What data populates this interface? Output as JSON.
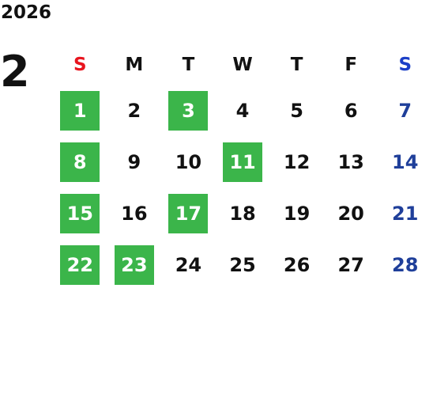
{
  "calendar": {
    "year": "2026",
    "month": "2",
    "weekdays": [
      {
        "label": "S",
        "color": "#e8141e"
      },
      {
        "label": "M",
        "color": "#111111"
      },
      {
        "label": "T",
        "color": "#111111"
      },
      {
        "label": "W",
        "color": "#111111"
      },
      {
        "label": "T",
        "color": "#111111"
      },
      {
        "label": "F",
        "color": "#111111"
      },
      {
        "label": "S",
        "color": "#1b3fc7"
      }
    ],
    "weeks": [
      [
        {
          "day": "1",
          "highlight": true
        },
        {
          "day": "2",
          "highlight": false
        },
        {
          "day": "3",
          "highlight": true
        },
        {
          "day": "4",
          "highlight": false
        },
        {
          "day": "5",
          "highlight": false
        },
        {
          "day": "6",
          "highlight": false
        },
        {
          "day": "7",
          "highlight": false,
          "saturday": true
        }
      ],
      [
        {
          "day": "8",
          "highlight": true
        },
        {
          "day": "9",
          "highlight": false
        },
        {
          "day": "10",
          "highlight": false
        },
        {
          "day": "11",
          "highlight": true
        },
        {
          "day": "12",
          "highlight": false
        },
        {
          "day": "13",
          "highlight": false
        },
        {
          "day": "14",
          "highlight": false,
          "saturday": true
        }
      ],
      [
        {
          "day": "15",
          "highlight": true
        },
        {
          "day": "16",
          "highlight": false
        },
        {
          "day": "17",
          "highlight": true
        },
        {
          "day": "18",
          "highlight": false
        },
        {
          "day": "19",
          "highlight": false
        },
        {
          "day": "20",
          "highlight": false
        },
        {
          "day": "21",
          "highlight": false,
          "saturday": true
        }
      ],
      [
        {
          "day": "22",
          "highlight": true
        },
        {
          "day": "23",
          "highlight": true
        },
        {
          "day": "24",
          "highlight": false
        },
        {
          "day": "25",
          "highlight": false
        },
        {
          "day": "26",
          "highlight": false
        },
        {
          "day": "27",
          "highlight": false
        },
        {
          "day": "28",
          "highlight": false,
          "saturday": true
        }
      ]
    ],
    "colors": {
      "highlight": "#3bb54a",
      "sunday_header": "#e8141e",
      "saturday_header": "#1b3fc7",
      "saturday_day": "#1f3f9a",
      "text": "#111111"
    }
  }
}
